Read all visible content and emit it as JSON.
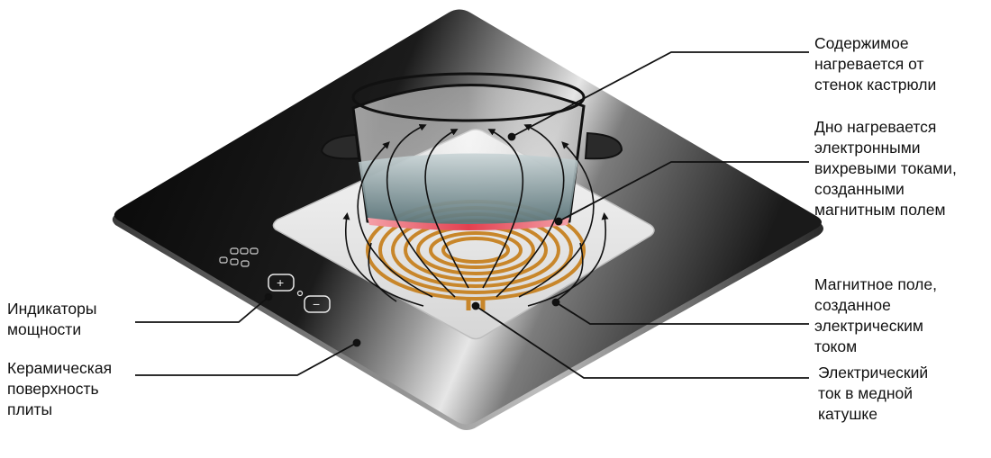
{
  "labels": {
    "contents": [
      "Содержимое",
      "нагревается от",
      "стенок кастрюли"
    ],
    "bottom": [
      "Дно нагревается",
      "электронными",
      "вихревыми токами,",
      "созданными",
      "магнитным полем"
    ],
    "magnetic_field": [
      "Магнитное поле,",
      "созданное",
      "электрическим",
      "током"
    ],
    "current": [
      "Электрический",
      "ток в медной",
      "катушке"
    ],
    "power_indicators": [
      "Индикаторы",
      "мощности"
    ],
    "ceramic_surface": [
      "Керамическая",
      "поверхность",
      "плиты"
    ]
  },
  "controls": {
    "plus": "+",
    "minus": "−"
  },
  "colors": {
    "glass_top": "#0e0e0e",
    "glass_highlight": "#cfcfcf",
    "heating_zone": "#e9e9e9",
    "coil": "#c8862a",
    "pan_bottom_heat": "#e2404f",
    "water": "#6f8a8e",
    "leader_line": "#111111"
  }
}
